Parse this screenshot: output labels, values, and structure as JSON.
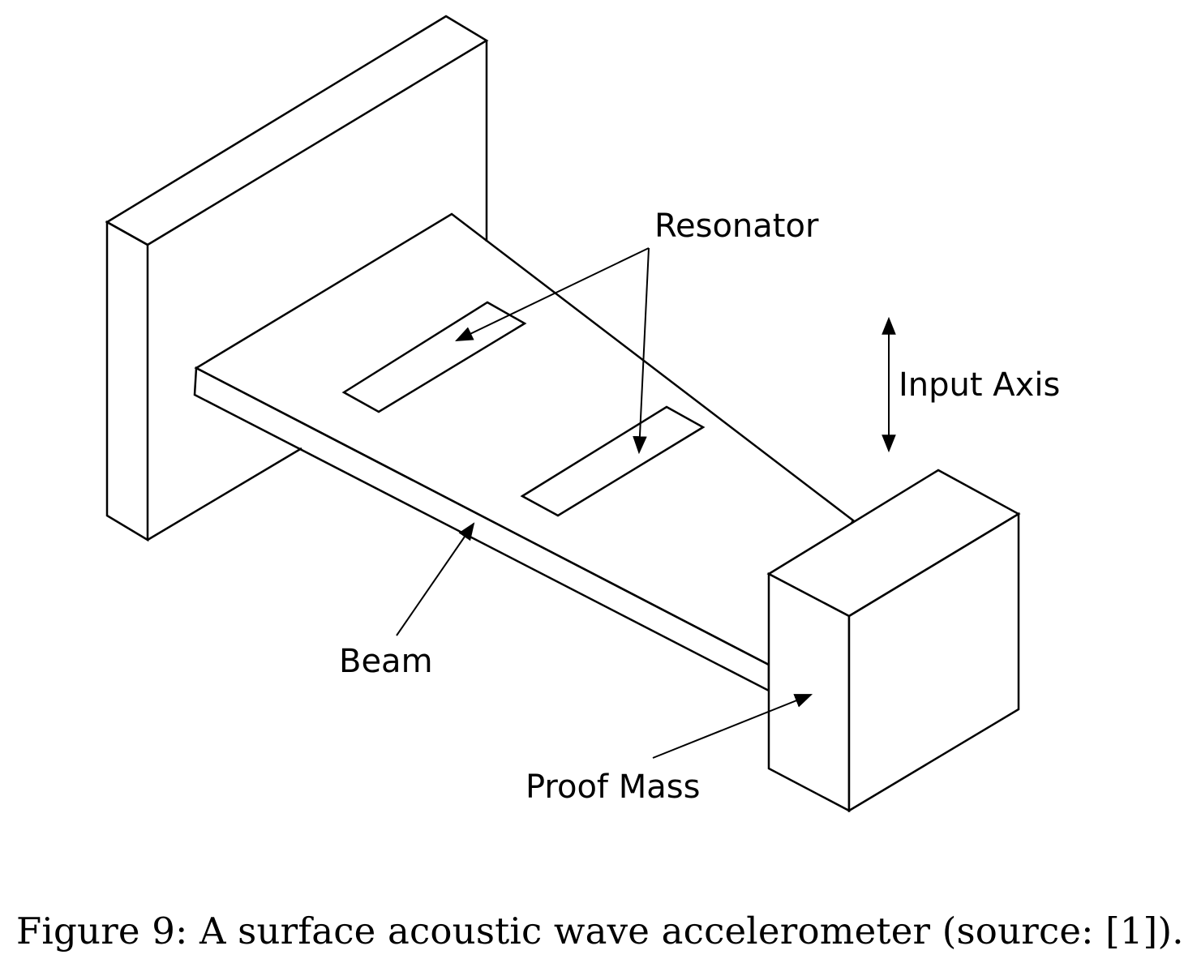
{
  "labels": {
    "resonator": "Resonator",
    "input_axis": "Input Axis",
    "beam": "Beam",
    "proof_mass": "Proof Mass"
  },
  "caption": "Figure 9: A surface acoustic wave accelerometer (source: [1])."
}
